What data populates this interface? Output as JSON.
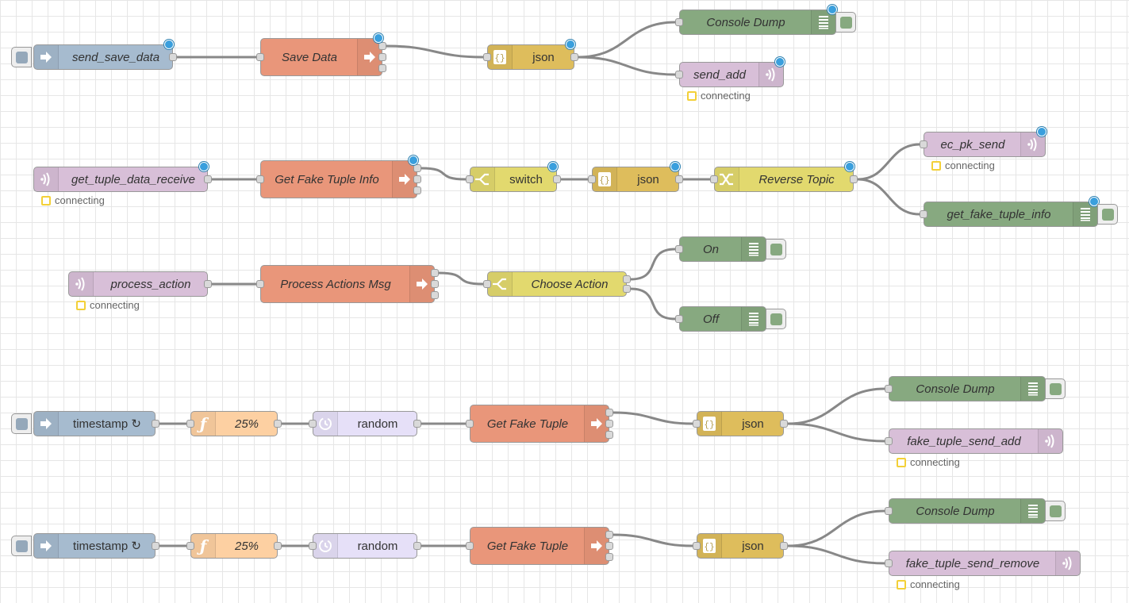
{
  "colors": {
    "inject": "#a6bbcf",
    "function": "#fdd0a2",
    "random": "#e2d96e",
    "random_node": "#e6e0f8",
    "link": "#e9967a",
    "json": "#debd5c",
    "debug": "#87a980",
    "mqtt": "#d8bfd8",
    "switch": "#e2d96e",
    "change": "#e2d96e",
    "wire": "#888888",
    "status_connecting": "#f3d038"
  },
  "nodes": [
    {
      "id": "n1",
      "label": "send_save_data",
      "type": "inject",
      "italic": true,
      "icon": "arrow-in-icon"
    },
    {
      "id": "n2",
      "label": "Save Data",
      "type": "link",
      "italic": true,
      "icon": "arrow-out-icon"
    },
    {
      "id": "n3",
      "label": "json",
      "type": "json",
      "italic": false,
      "icon": "braces-icon"
    },
    {
      "id": "n4",
      "label": "Console Dump",
      "type": "debug",
      "italic": true,
      "icon": "list-icon"
    },
    {
      "id": "n5",
      "label": "send_add",
      "type": "mqtt-out",
      "italic": true,
      "icon": "signal-icon",
      "status": "connecting"
    },
    {
      "id": "n6",
      "label": "get_tuple_data_receive",
      "type": "mqtt-in",
      "italic": true,
      "icon": "signal-icon",
      "status": "connecting"
    },
    {
      "id": "n7",
      "label": "Get Fake Tuple Info",
      "type": "link",
      "italic": true,
      "icon": "arrow-out-icon"
    },
    {
      "id": "n8",
      "label": "switch",
      "type": "switch",
      "italic": false,
      "icon": "switch-icon"
    },
    {
      "id": "n9",
      "label": "json",
      "type": "json",
      "italic": false,
      "icon": "braces-icon"
    },
    {
      "id": "n10",
      "label": "Reverse Topic",
      "type": "change",
      "italic": true,
      "icon": "shuffle-icon"
    },
    {
      "id": "n11",
      "label": "ec_pk_send",
      "type": "mqtt-out",
      "italic": true,
      "icon": "signal-icon",
      "status": "connecting"
    },
    {
      "id": "n12",
      "label": "get_fake_tuple_info",
      "type": "debug",
      "italic": true,
      "icon": "list-icon"
    },
    {
      "id": "n13",
      "label": "process_action",
      "type": "mqtt-in",
      "italic": true,
      "icon": "signal-icon",
      "status": "connecting"
    },
    {
      "id": "n14",
      "label": "Process Actions Msg",
      "type": "link",
      "italic": true,
      "icon": "arrow-out-icon"
    },
    {
      "id": "n15",
      "label": "Choose Action",
      "type": "switch",
      "italic": true,
      "icon": "switch-icon"
    },
    {
      "id": "n16",
      "label": "On",
      "type": "debug",
      "italic": true,
      "icon": "list-icon"
    },
    {
      "id": "n17",
      "label": "Off",
      "type": "debug",
      "italic": true,
      "icon": "list-icon"
    },
    {
      "id": "n18",
      "label": "timestamp ↻",
      "type": "inject",
      "italic": false,
      "icon": "arrow-in-icon"
    },
    {
      "id": "n19",
      "label": "25%",
      "type": "function",
      "italic": true,
      "icon": "function-icon"
    },
    {
      "id": "n20",
      "label": "random",
      "type": "random",
      "italic": false,
      "icon": "dice-icon"
    },
    {
      "id": "n21",
      "label": "Get Fake Tuple",
      "type": "link",
      "italic": true,
      "icon": "arrow-out-icon"
    },
    {
      "id": "n22",
      "label": "json",
      "type": "json",
      "italic": false,
      "icon": "braces-icon"
    },
    {
      "id": "n23",
      "label": "Console Dump",
      "type": "debug",
      "italic": true,
      "icon": "list-icon"
    },
    {
      "id": "n24",
      "label": "fake_tuple_send_add",
      "type": "mqtt-out",
      "italic": true,
      "icon": "signal-icon",
      "status": "connecting"
    },
    {
      "id": "n25",
      "label": "timestamp ↻",
      "type": "inject",
      "italic": false,
      "icon": "arrow-in-icon"
    },
    {
      "id": "n26",
      "label": "25%",
      "type": "function",
      "italic": true,
      "icon": "function-icon"
    },
    {
      "id": "n27",
      "label": "random",
      "type": "random",
      "italic": false,
      "icon": "dice-icon"
    },
    {
      "id": "n28",
      "label": "Get Fake Tuple",
      "type": "link",
      "italic": true,
      "icon": "arrow-out-icon"
    },
    {
      "id": "n29",
      "label": "json",
      "type": "json",
      "italic": false,
      "icon": "braces-icon"
    },
    {
      "id": "n30",
      "label": "Console Dump",
      "type": "debug",
      "italic": true,
      "icon": "list-icon"
    },
    {
      "id": "n31",
      "label": "fake_tuple_send_remove",
      "type": "mqtt-out",
      "italic": true,
      "icon": "signal-icon",
      "status": "connecting"
    }
  ],
  "wires": [
    [
      "n1",
      "n2"
    ],
    [
      "n2",
      "n3"
    ],
    [
      "n3",
      "n4"
    ],
    [
      "n3",
      "n5"
    ],
    [
      "n6",
      "n7"
    ],
    [
      "n7",
      "n8"
    ],
    [
      "n8",
      "n9"
    ],
    [
      "n9",
      "n10"
    ],
    [
      "n10",
      "n11"
    ],
    [
      "n10",
      "n12"
    ],
    [
      "n13",
      "n14"
    ],
    [
      "n14",
      "n15"
    ],
    [
      "n15",
      "n16"
    ],
    [
      "n15",
      "n17"
    ],
    [
      "n18",
      "n19"
    ],
    [
      "n19",
      "n20"
    ],
    [
      "n20",
      "n21"
    ],
    [
      "n21",
      "n22"
    ],
    [
      "n22",
      "n23"
    ],
    [
      "n22",
      "n24"
    ],
    [
      "n25",
      "n26"
    ],
    [
      "n26",
      "n27"
    ],
    [
      "n27",
      "n28"
    ],
    [
      "n28",
      "n29"
    ],
    [
      "n29",
      "n30"
    ],
    [
      "n29",
      "n31"
    ]
  ]
}
